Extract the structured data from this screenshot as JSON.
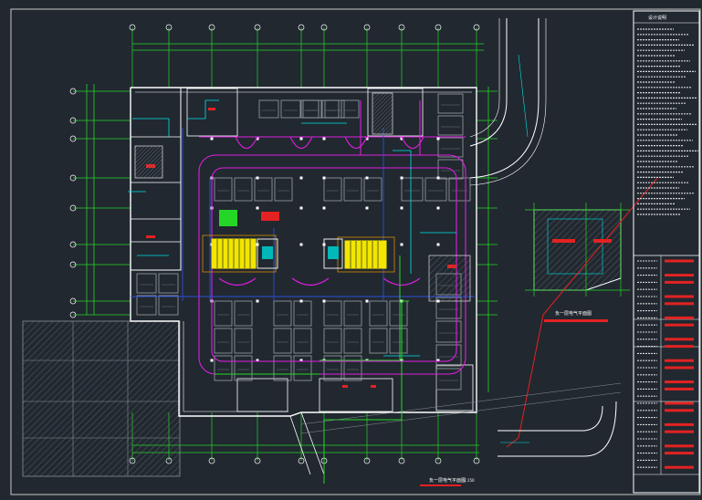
{
  "drawing": {
    "main_plan_title": "负一层电气平面图",
    "main_plan_scale": "1:150",
    "inset_plan_title": "负一层电气平面图",
    "title_block_header": "设计说明"
  },
  "colors": {
    "background": "#212830",
    "walls": "#ffffff",
    "axis_lines": "#26d626",
    "circuits": "#e01ee0",
    "conduits": "#2d4fd8",
    "stairs": "#f2e600",
    "annotation": "#00e5e5",
    "hatch": "#8a8f96",
    "section_line": "#e32222",
    "title_block": "#ffffff"
  },
  "icons": {
    "stair_symbol": "stairs-icon",
    "axis_bubble": "axis-bubble-icon",
    "north_marker": "emergency-exit-icon"
  }
}
